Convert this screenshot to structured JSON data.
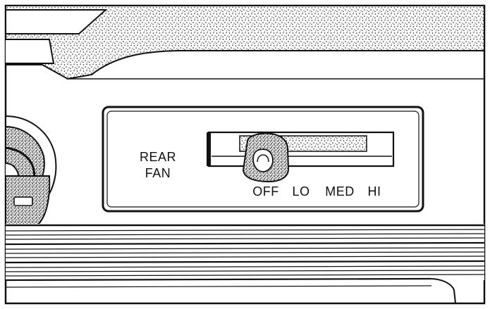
{
  "panel": {
    "label_line1": "REAR",
    "label_line2": "FAN"
  },
  "fan_switch": {
    "positions": [
      "OFF",
      "LO",
      "MED",
      "HI"
    ],
    "selected": "OFF"
  },
  "colors": {
    "ink": "#111111",
    "paper": "#ffffff"
  }
}
